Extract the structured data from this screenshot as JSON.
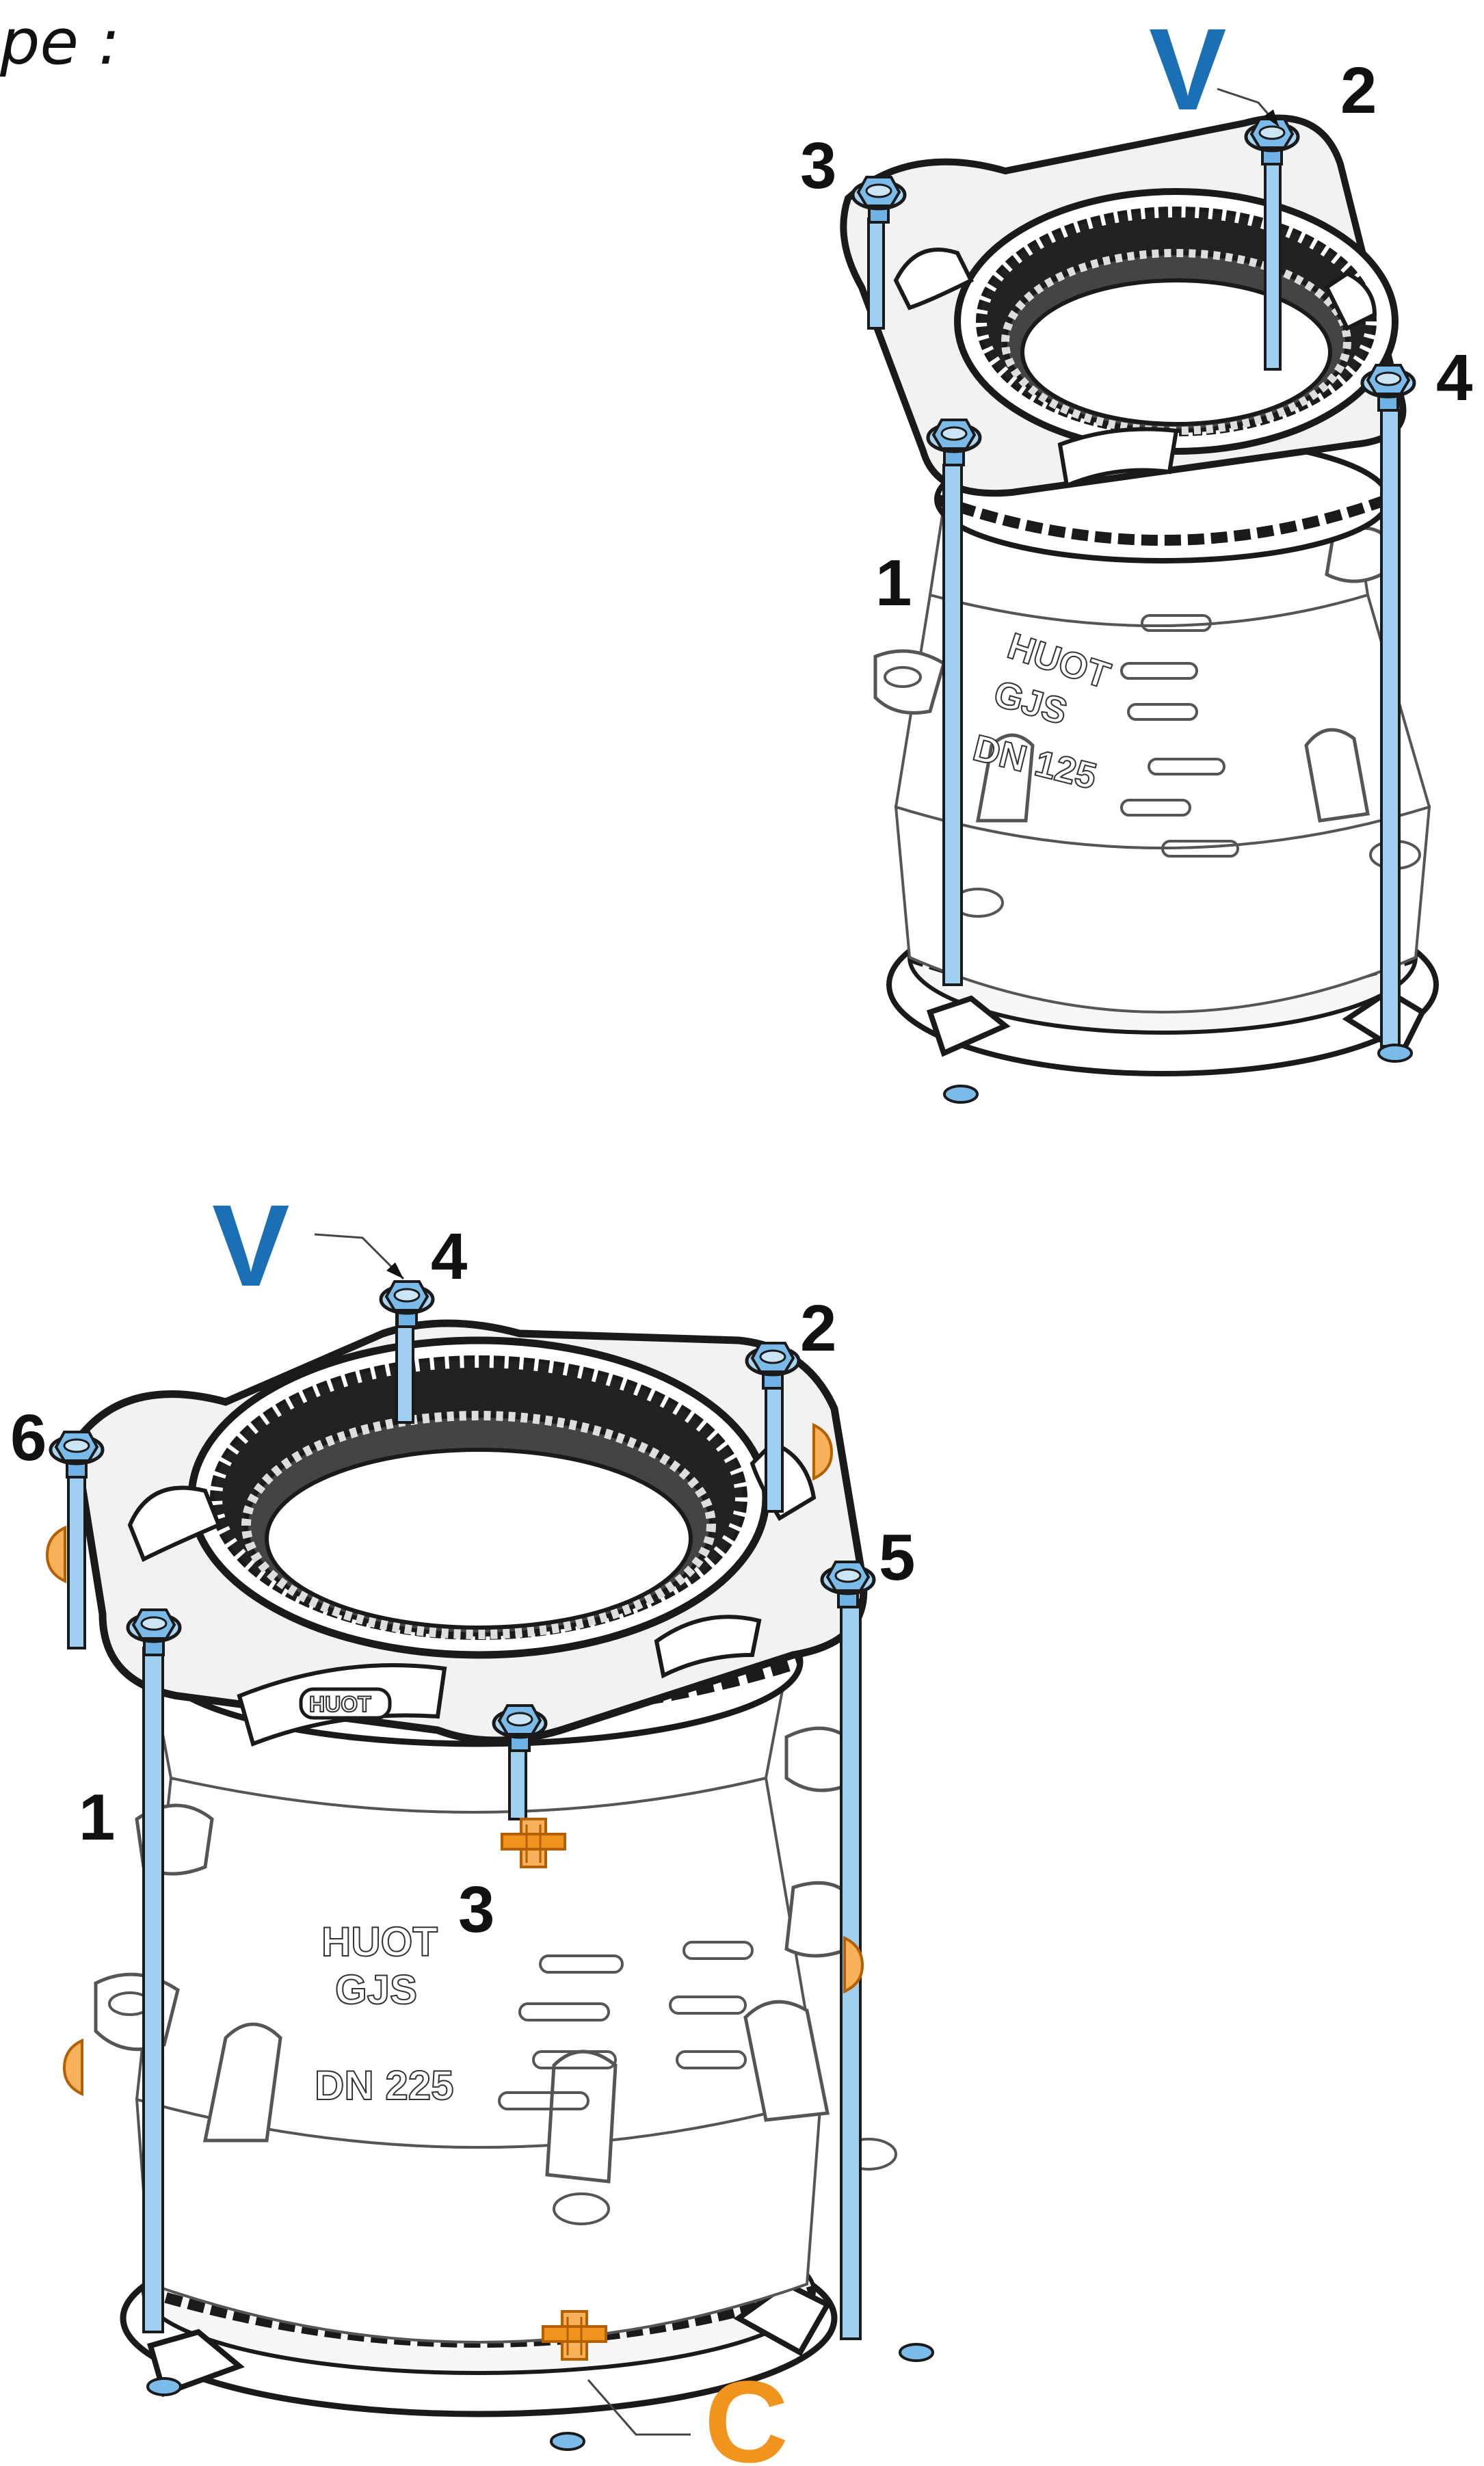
{
  "caption": "pe :",
  "colors": {
    "bolt_blue": "#1a6fb5",
    "clamp_orange": "#f0941e",
    "outline": "#1a1a1a"
  },
  "figure_top": {
    "marker_v": "V",
    "labels": [
      "1",
      "2",
      "3",
      "4"
    ],
    "casting_text": [
      "HUOT",
      "GJS",
      "DN 125"
    ]
  },
  "figure_bottom": {
    "marker_v": "V",
    "marker_c": "C",
    "labels": [
      "1",
      "2",
      "3",
      "4",
      "5",
      "6"
    ],
    "casting_text": [
      "HUOT",
      "GJS",
      "DN 225"
    ],
    "logo_text": "HUOT"
  }
}
